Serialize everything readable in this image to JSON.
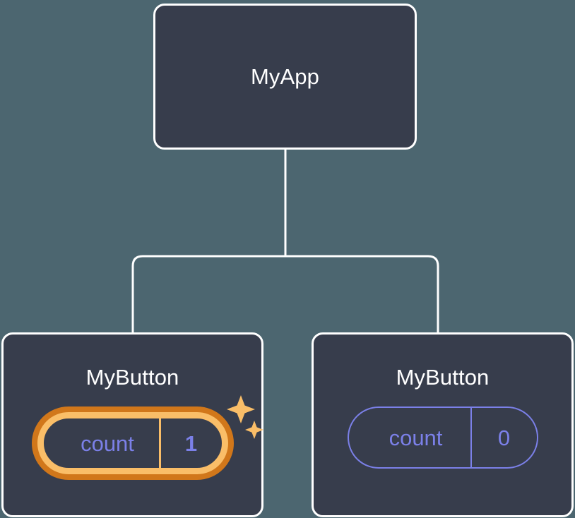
{
  "diagram": {
    "type": "component-tree",
    "background_color": "#4c6670",
    "card_color": "#373d4c",
    "card_border_color": "#ffffff",
    "connector_color": "#ffffff",
    "state_color": "#7b80e8",
    "highlight_outer_color": "#d1771a",
    "highlight_inner_color": "#fabe68",
    "sparkle_color": "#fabe68"
  },
  "root": {
    "title": "MyApp"
  },
  "children": [
    {
      "title": "MyButton",
      "state": {
        "key": "count",
        "value": "1"
      },
      "highlighted": true,
      "sparkle_icon": "sparkles-icon"
    },
    {
      "title": "MyButton",
      "state": {
        "key": "count",
        "value": "0"
      },
      "highlighted": false
    }
  ]
}
